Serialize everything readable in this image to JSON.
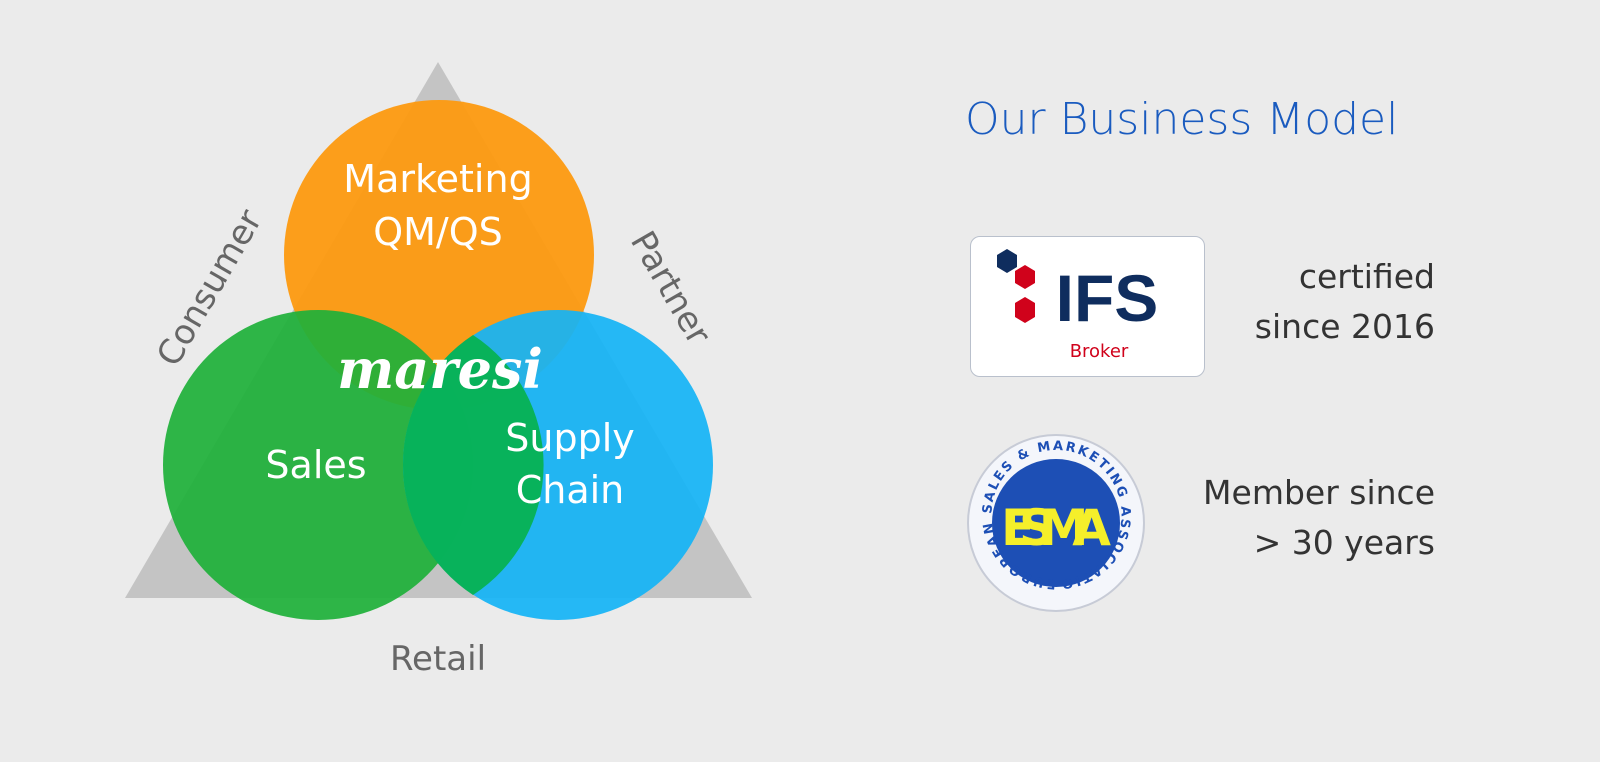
{
  "diagram": {
    "triangle_labels": {
      "left": "Consumer",
      "right": "Partner",
      "bottom": "Retail"
    },
    "circles": [
      {
        "label_lines": [
          "Marketing",
          "QM/QS"
        ],
        "color": "#fd9a10"
      },
      {
        "label_lines": [
          "Sales"
        ],
        "color": "#1fb03a"
      },
      {
        "label_lines": [
          "Supply",
          "Chain"
        ],
        "color": "#15b4f5"
      }
    ],
    "logo": "maresi"
  },
  "panel": {
    "title": "Our Business Model",
    "ifs": {
      "logo_text": "IFS",
      "sub": "Broker",
      "caption_lines": [
        "certified",
        "since 2016"
      ]
    },
    "esma": {
      "logo_text": "ESMA",
      "ring_text": "EUROPEAN SALES & MARKETING ASSOCIATION",
      "caption_lines": [
        "Member since",
        "> 30 years"
      ]
    }
  }
}
